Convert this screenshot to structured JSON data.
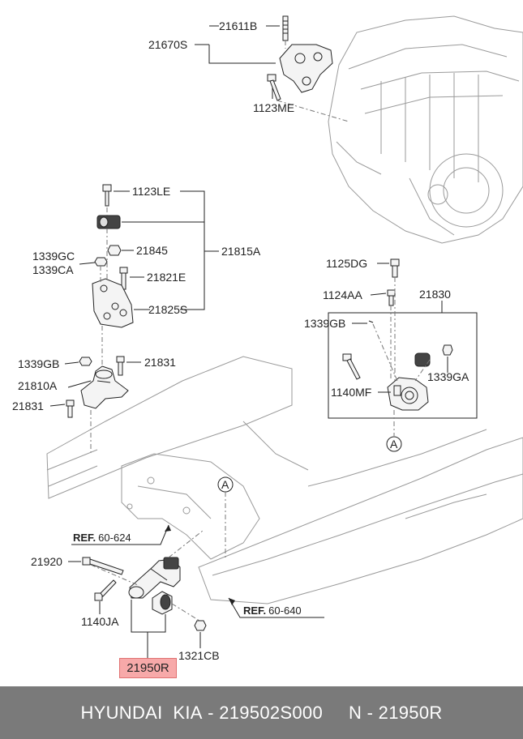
{
  "callouts": {
    "p21611B": "21611B",
    "p21670S": "21670S",
    "p1123ME": "1123ME",
    "p1123LE": "1123LE",
    "p21845": "21845",
    "p21815A": "21815A",
    "p1339GC": "1339GC",
    "p1339CA": "1339CA",
    "p21821E": "21821E",
    "p21825S": "21825S",
    "p1339GB_left": "1339GB",
    "p21831_top": "21831",
    "p21810A": "21810A",
    "p21831_bottom": "21831",
    "p1125DG": "1125DG",
    "p1124AA": "1124AA",
    "p21830": "21830",
    "p1339GB_right": "1339GB",
    "p1339GA": "1339GA",
    "p1140MF": "1140MF",
    "p21920": "21920",
    "p1140JA": "1140JA",
    "p1321CB": "1321CB",
    "p21950R": "21950R"
  },
  "markers": {
    "a1": "A",
    "a2": "A"
  },
  "refs": [
    {
      "prefix": "REF.",
      "code": "60-624"
    },
    {
      "prefix": "REF.",
      "code": "60-640"
    }
  ],
  "highlight": {
    "color": "#f7a9a9"
  },
  "footer": {
    "brand": "HYUNDAI  KIA",
    "part_number": "219502S000",
    "ref_code": "N - 21950R"
  }
}
